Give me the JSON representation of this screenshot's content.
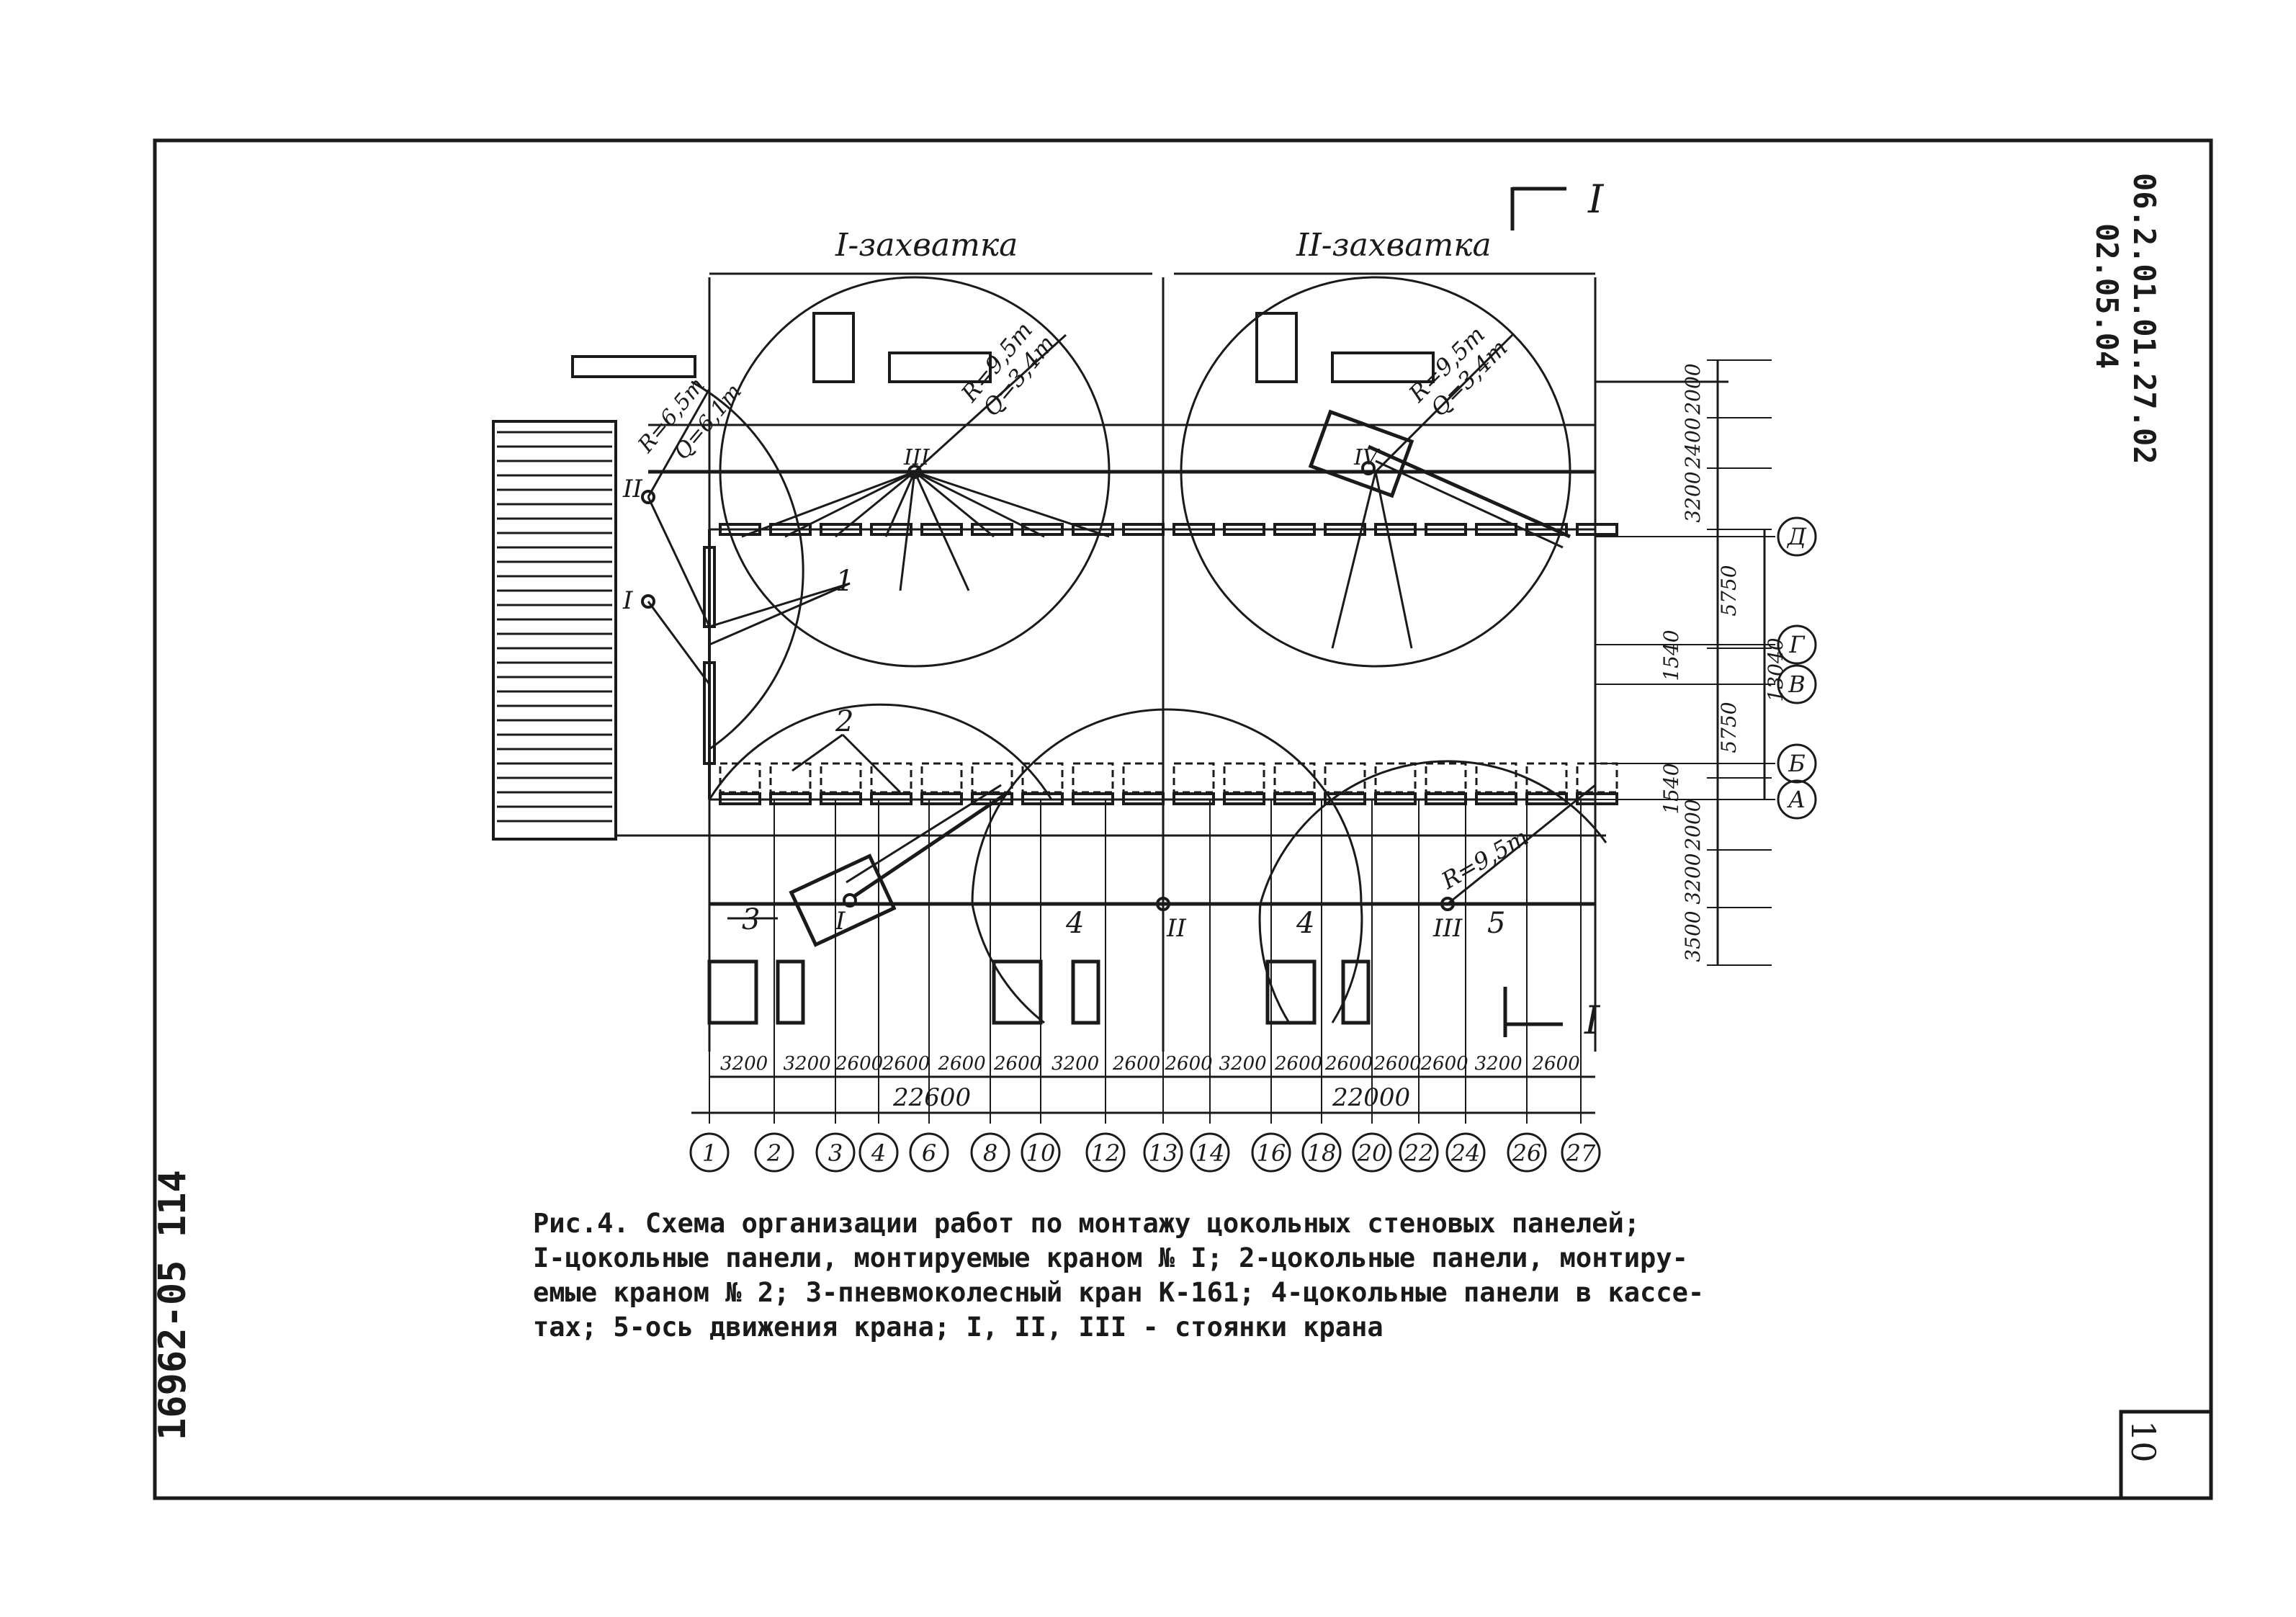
{
  "sheet": {
    "doc_code": "06.2.01.01.27.02",
    "doc_date": "02.05.04",
    "inventory": "16962-05  114",
    "page_number": "10"
  },
  "plan": {
    "section_mark": "I",
    "zone1_label": "I-захватка",
    "zone2_label": "II-захватка",
    "crane_top1": {
      "radius": "R=9,5m",
      "load": "Q=3,4m",
      "stand": "III"
    },
    "crane_top2": {
      "radius": "R=9,5m",
      "load": "Q=3,4m",
      "stand": "IV"
    },
    "crane_left": {
      "radius": "R=6,5m",
      "load": "Q=6,1m",
      "stand_upper": "II",
      "stand_lower": "I"
    },
    "crane_bottom": {
      "radius": "R=9,5m",
      "stands": [
        "I",
        "II",
        "III"
      ]
    },
    "callouts": [
      "1",
      "2",
      "3",
      "4",
      "4",
      "5"
    ],
    "bottom_dims": [
      "3200",
      "3200",
      "2600",
      "2600",
      "2600",
      "2600",
      "3200",
      "2600",
      "2600",
      "3200",
      "2600",
      "2600",
      "2600",
      "2600",
      "3200",
      "2600"
    ],
    "bottom_totals": [
      "22600",
      "22000"
    ],
    "axes_numbers": [
      "1",
      "2",
      "3",
      "4",
      "6",
      "8",
      "10",
      "12",
      "13",
      "14",
      "16",
      "18",
      "20",
      "22",
      "24",
      "26",
      "27"
    ],
    "axes_letters": [
      "Д",
      "Г",
      "В",
      "Б",
      "А"
    ],
    "right_dims": [
      "2000",
      "2400",
      "3200",
      "5750",
      "1540",
      "5750",
      "13040",
      "1540",
      "2000",
      "3200",
      "3500"
    ]
  },
  "caption": {
    "line1": "Рис.4. Схема организации работ по монтажу цокольных стеновых панелей;",
    "line2": "I-цокольные панели, монтируемые краном № I; 2-цокольные панели, монтиру-",
    "line3": "емые краном № 2; 3-пневмоколесный кран К-161; 4-цокольные панели в кассе-",
    "line4": "тах; 5-ось движения крана; I, II, III - стоянки крана"
  }
}
